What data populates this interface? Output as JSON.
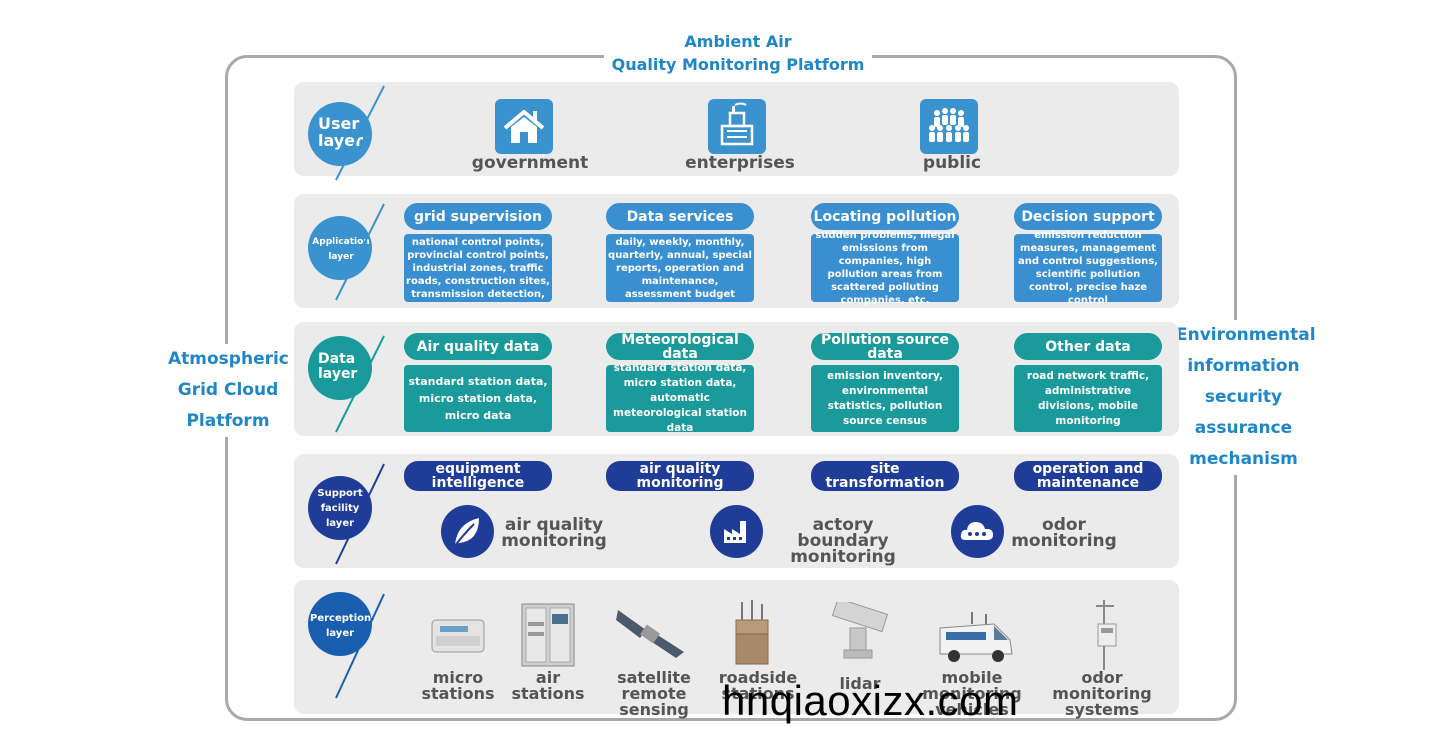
{
  "title": {
    "line1": "Ambient Air",
    "line2": "Quality Monitoring Platform"
  },
  "left_label": {
    "line1": "Atmospheric",
    "line2": "Grid Cloud",
    "line3": "Platform"
  },
  "right_label": {
    "line1": "Environmental",
    "line2": "information",
    "line3": "security",
    "line4": "assurance",
    "line5": "mechanism"
  },
  "user_layer": {
    "badge": {
      "line1": "User",
      "line2": "layer"
    },
    "items": [
      {
        "label": "government",
        "icon": "house-icon"
      },
      {
        "label": "enterprises",
        "icon": "factory-icon"
      },
      {
        "label": "public",
        "icon": "crowd-icon"
      }
    ]
  },
  "application_layer": {
    "badge": {
      "line1": "Application",
      "line2": "layer"
    },
    "items": [
      {
        "title": "grid supervision",
        "body": "national control points, provincial control points, industrial zones, traffic roads, construction sites, transmission detection,"
      },
      {
        "title": "Data services",
        "body": "daily, weekly, monthly, quarterly, annual, special reports, operation and maintenance, assessment budget"
      },
      {
        "title": "Locating pollution",
        "body": "sudden problems, illegal emissions from companies, high pollution areas from scattered polluting companies, etc."
      },
      {
        "title": "Decision support",
        "body": "emission reduction measures, management and control suggestions, scientific pollution control, precise haze control"
      }
    ]
  },
  "data_layer": {
    "badge": {
      "line1": "Data",
      "line2": "layer"
    },
    "items": [
      {
        "title": "Air quality data",
        "body": "standard station data, micro station data, micro data"
      },
      {
        "title": "Meteorological data",
        "body": "standard station data, micro station data, automatic meteorological station data"
      },
      {
        "title": "Pollution source data",
        "body": "emission inventory, environmental statistics, pollution source census"
      },
      {
        "title": "Other data",
        "body": "road network traffic, administrative divisions, mobile monitoring"
      }
    ]
  },
  "support_layer": {
    "badge": {
      "line1": "Support",
      "line2": "facility",
      "line3": "layer"
    },
    "pills": [
      "equipment intelligence",
      "air quality monitoring",
      "site transformation",
      "operation and maintenance"
    ],
    "items": [
      {
        "line1": "air quality",
        "line2": "monitoring",
        "icon": "leaf-icon"
      },
      {
        "line1": "actory boundary",
        "line2": "monitoring",
        "icon": "factory-icon"
      },
      {
        "line1": "odor",
        "line2": "monitoring",
        "icon": "cloud-icon"
      }
    ]
  },
  "perception_layer": {
    "badge": {
      "line1": "Perception",
      "line2": "layer"
    },
    "items": [
      {
        "line1": "micro",
        "line2": "stations",
        "line3": ""
      },
      {
        "line1": "air",
        "line2": "stations",
        "line3": ""
      },
      {
        "line1": "satellite",
        "line2": "remote",
        "line3": "sensing"
      },
      {
        "line1": "roadside",
        "line2": "stations",
        "line3": ""
      },
      {
        "line1": "lidar",
        "line2": "",
        "line3": ""
      },
      {
        "line1": "mobile",
        "line2": "monitoring",
        "line3": "vehicles"
      },
      {
        "line1": "odor",
        "line2": "monitoring",
        "line3": "systems"
      }
    ]
  },
  "watermark": "hnqiaoxizx.com",
  "colors": {
    "blue": "#1f86c8",
    "app_blue": "#3a8fd0",
    "teal": "#1a9a9a",
    "navy": "#1f3c98",
    "row_bg": "#ebebec"
  }
}
